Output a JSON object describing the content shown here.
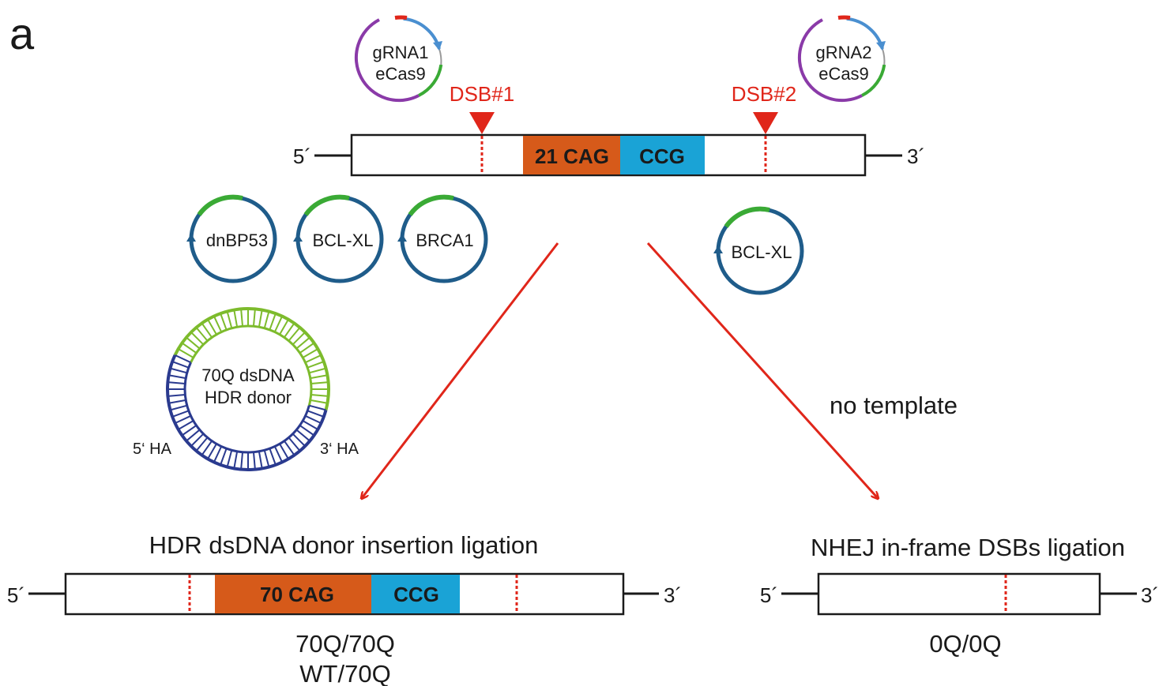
{
  "panel_label": "a",
  "plasmids": {
    "grna1": {
      "line1": "gRNA1",
      "line2": "eCas9"
    },
    "grna2": {
      "line1": "gRNA2",
      "line2": "eCas9"
    },
    "dnbp53": "dnBP53",
    "bclxl_left": "BCL-XL",
    "brca1": "BRCA1",
    "bclxl_right": "BCL-XL"
  },
  "dsb": {
    "site1": "DSB#1",
    "site2": "DSB#2"
  },
  "top_construct": {
    "five": "5´",
    "three": "3´",
    "cag": "21 CAG",
    "ccg": "CCG"
  },
  "donor": {
    "line1": "70Q dsDNA",
    "line2": "HDR donor",
    "ha5": "5‘ HA",
    "ha3": "3‘ HA"
  },
  "no_template": "no template",
  "hdr": {
    "title": "HDR dsDNA donor insertion ligation",
    "five": "5´",
    "three": "3´",
    "cag": "70 CAG",
    "ccg": "CCG",
    "genotype1": "70Q/70Q",
    "genotype2": "WT/70Q"
  },
  "nhej": {
    "title": "NHEJ in-frame DSBs ligation",
    "five": "5´",
    "three": "3´",
    "genotype": "0Q/0Q"
  },
  "colors": {
    "red": "#e0261a",
    "cag": "#d65a1a",
    "ccg": "#1aa3d6",
    "plasmid_dark": "#1f5c8a",
    "green": "#3aaa35",
    "purple": "#8a3aa8",
    "navy": "#2a3a8f",
    "donor_green": "#7dbb2c"
  }
}
